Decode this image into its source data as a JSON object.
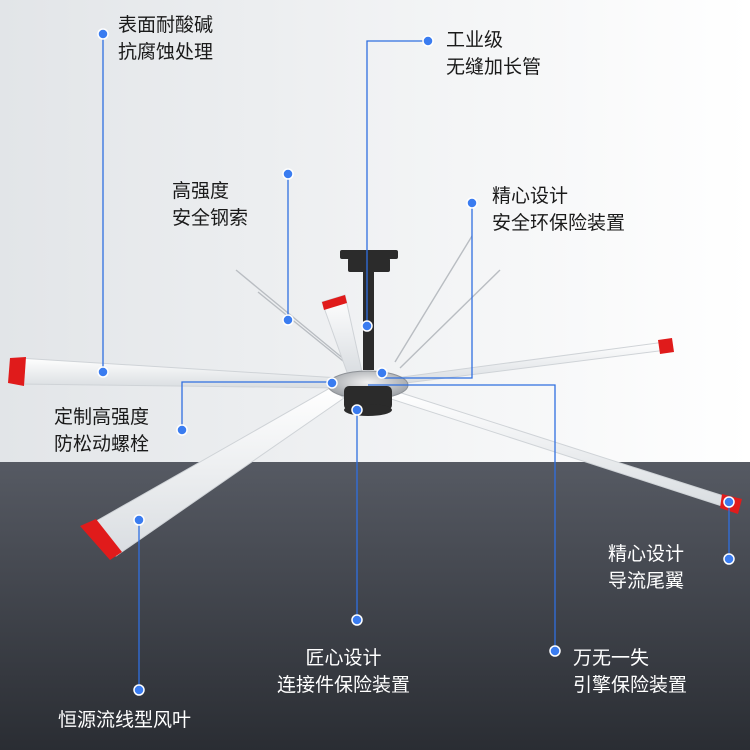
{
  "colors": {
    "upper_bg_left": "#e2e5e8",
    "upper_bg_right": "#ffffff",
    "lower_bg_top": "#565a63",
    "lower_bg_bottom": "#2a2d33",
    "callout_line": "#2f6fe0",
    "callout_dot": "#3a7cf0",
    "blade_tip": "#e01b1b",
    "blade_body": "#f4f5f6",
    "motor": "#2b2b2b"
  },
  "callouts": {
    "coating": {
      "line1": "表面耐酸碱",
      "line2": "抗腐蚀处理",
      "icon": "callout-dot"
    },
    "pipe": {
      "line1": "工业级",
      "line2": "无缝加长管",
      "icon": "callout-dot"
    },
    "cable": {
      "line1": "高强度",
      "line2": "安全钢索",
      "icon": "callout-dot"
    },
    "safety_ring": {
      "line1": "精心设计",
      "line2": "安全环保险装置",
      "icon": "callout-dot"
    },
    "bolt": {
      "line1": "定制高强度",
      "line2": "防松动螺栓",
      "icon": "callout-dot"
    },
    "tail_wing": {
      "line1": "精心设计",
      "line2": "导流尾翼",
      "icon": "callout-dot"
    },
    "connector": {
      "line1": "匠心设计",
      "line2": "连接件保险装置",
      "icon": "callout-dot"
    },
    "engine": {
      "line1": "万无一失",
      "line2": "引擎保险装置",
      "icon": "callout-dot"
    },
    "blade": {
      "line1": "恒源流线型风叶",
      "icon": "callout-dot"
    }
  }
}
